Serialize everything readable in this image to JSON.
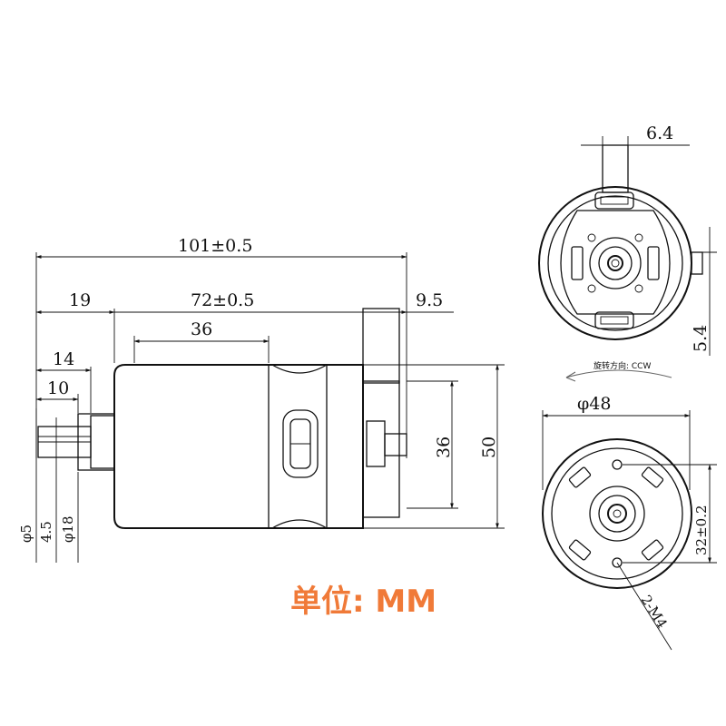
{
  "side_view": {
    "dim_total_length": "101±0.5",
    "dim_shaft_length": "19",
    "dim_body_length": "72±0.5",
    "dim_rear_length": "9.5",
    "dim_body_front": "36",
    "dim_boss_14": "14",
    "dim_boss_10": "10",
    "dim_height_36": "36",
    "dim_height_50": "50",
    "dim_shaft_dia": "φ5",
    "dim_flat": "4.5",
    "dim_boss_dia": "φ18"
  },
  "rear_view": {
    "dim_terminal_width": "6.4",
    "dim_terminal_offset": "5.4"
  },
  "front_view": {
    "rotation_label": "旋转方向: CCW",
    "dim_diameter": "φ48",
    "dim_hole_spacing": "32±0.2",
    "dim_holes": "2-M4"
  },
  "unit_label": "单位: MM"
}
